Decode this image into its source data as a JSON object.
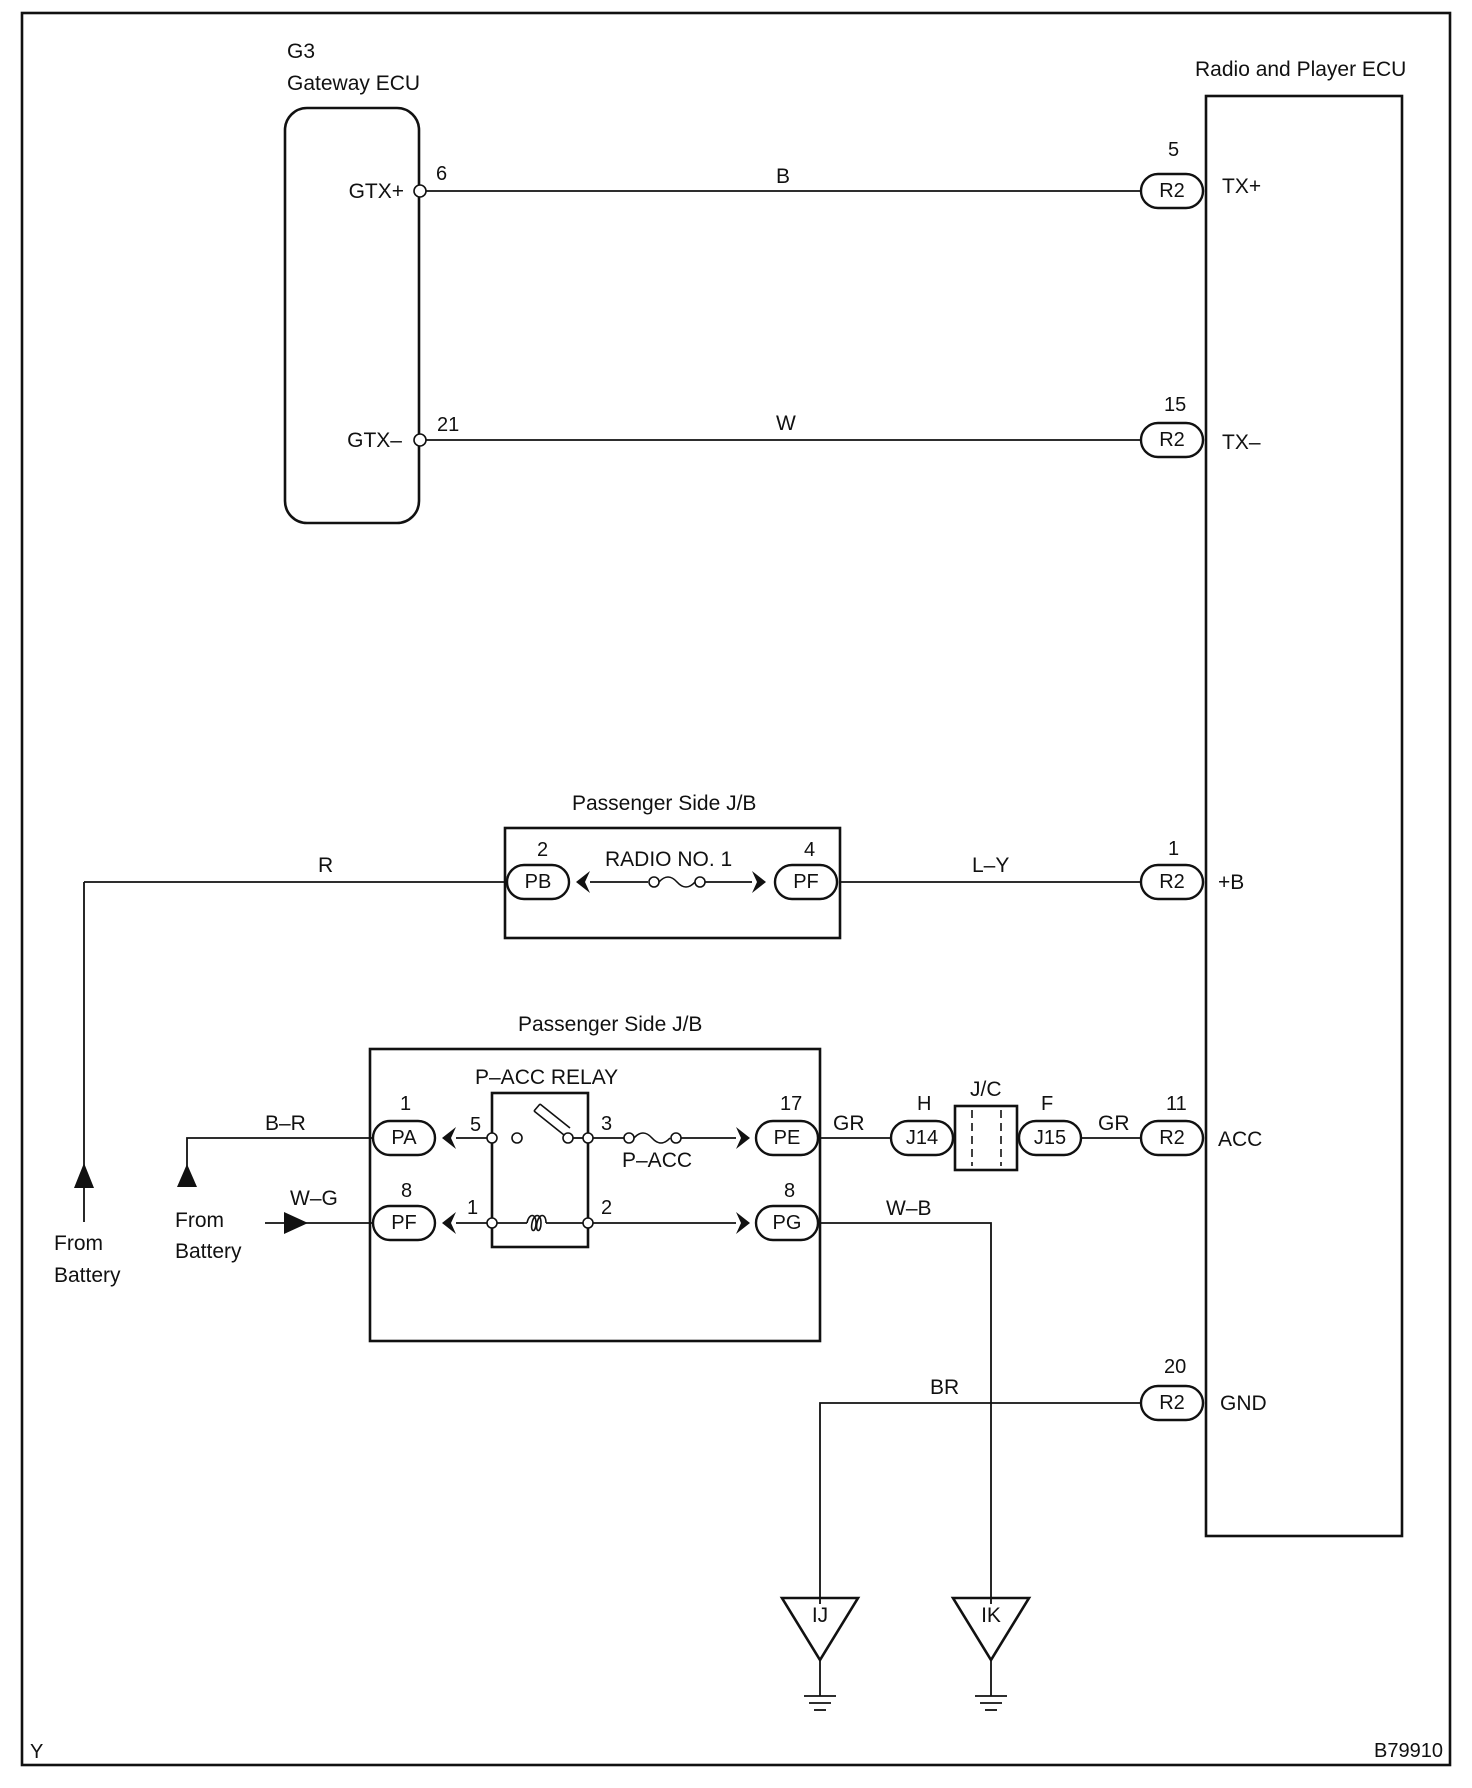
{
  "corner_left": "Y",
  "figure_code": "B79910",
  "gateway": {
    "code": "G3",
    "name": "Gateway ECU",
    "pin_gtx_plus": "GTX+",
    "pin_gtx_minus": "GTX–",
    "num_gtx_plus": "6",
    "num_gtx_minus": "21"
  },
  "radio": {
    "name": "Radio and Player ECU",
    "pin_tx_plus": "TX+",
    "pin_tx_minus": "TX–",
    "pin_b": "+B",
    "pin_acc": "ACC",
    "pin_gnd": "GND",
    "num_tx_plus": "5",
    "num_tx_minus": "15",
    "num_b": "1",
    "num_acc": "11",
    "num_gnd": "20",
    "connector": "R2"
  },
  "wires": {
    "b": "B",
    "w": "W",
    "r": "R",
    "l_y": "L–Y",
    "b_r": "B–R",
    "w_g": "W–G",
    "gr_left": "GR",
    "gr_right": "GR",
    "w_b": "W–B",
    "br": "BR"
  },
  "jb_upper": {
    "title": "Passenger Side J/B",
    "conn_in": "PB",
    "conn_out": "PF",
    "pin_in": "2",
    "pin_out": "4",
    "fuse": "RADIO NO. 1"
  },
  "jb_lower": {
    "title": "Passenger Side J/B",
    "relay": "P–ACC RELAY",
    "fuse": "P–ACC",
    "conn_pa": "PA",
    "conn_pf": "PF",
    "conn_pe": "PE",
    "conn_pg": "PG",
    "pin_pa": "1",
    "pin_pf": "8",
    "pin_pe": "17",
    "pin_pg": "8",
    "relay_pin_5": "5",
    "relay_pin_3": "3",
    "relay_pin_1": "1",
    "relay_pin_2": "2"
  },
  "jc": {
    "title": "J/C",
    "conn_left": "J14",
    "conn_right": "J15",
    "pin_left": "H",
    "pin_right": "F"
  },
  "battery_left": {
    "line1": "From",
    "line2": "Battery"
  },
  "battery_right": {
    "line1": "From",
    "line2": "Battery"
  },
  "grounds": {
    "ij": "IJ",
    "ik": "IK"
  }
}
